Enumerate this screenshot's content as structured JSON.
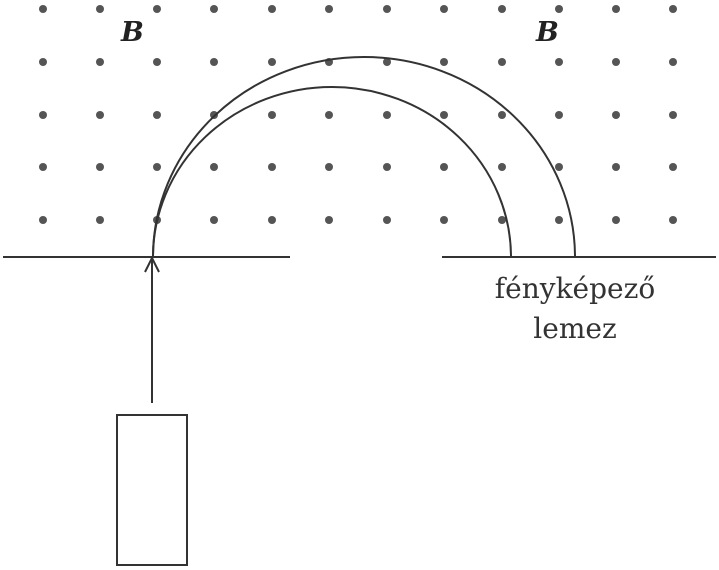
{
  "field_labels": {
    "left": "B",
    "right": "B"
  },
  "plate_label": {
    "line1": "fényképező",
    "line2": "lemez"
  },
  "colors": {
    "ink": "#333333",
    "dot": "#555555",
    "background": "#ffffff"
  },
  "field_direction": "out-of-page (dot grid)"
}
